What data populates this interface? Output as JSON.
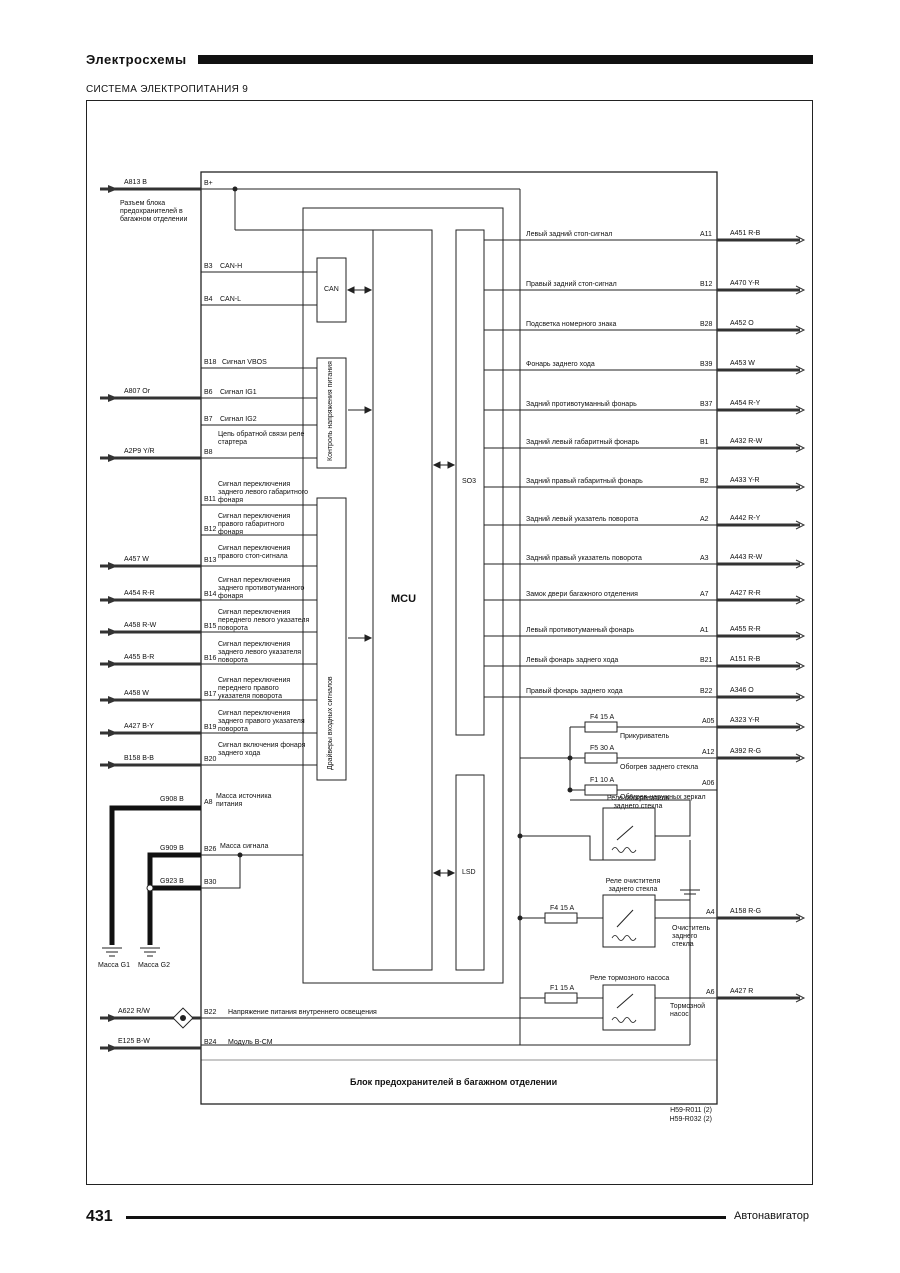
{
  "header": {
    "section": "Электросхемы",
    "subtitle": "СИСТЕМА ЭЛЕКТРОПИТАНИЯ 9"
  },
  "footer": {
    "page_number": "431",
    "publisher": "Автонавигатор"
  },
  "diagram": {
    "mcu_label": "MCU",
    "block_title": "Блок предохранителей в багажном отделении",
    "code_ref": [
      "H59-R011 (2)",
      "H59-R032 (2)"
    ],
    "left_wires": [
      {
        "code": "A813 B",
        "pin": "B+",
        "desc": "Разъем блока предохранителей в багажном отделении"
      },
      {
        "code": "",
        "pin": "B3",
        "desc": "CAN-H"
      },
      {
        "code": "",
        "pin": "B4",
        "desc": "CAN-L"
      },
      {
        "code": "",
        "pin": "B18",
        "desc": "Сигнал VBOS"
      },
      {
        "code": "A807 Or",
        "pin": "B6",
        "desc": "Сигнал IG1"
      },
      {
        "code": "",
        "pin": "B7",
        "desc": "Сигнал IG2"
      },
      {
        "code": "A2P9 Y/R",
        "pin": "B8",
        "desc": "Цепь обратной связи реле стартера"
      },
      {
        "code": "",
        "pin": "B11",
        "desc": "Сигнал переключения заднего левого габаритного фонаря"
      },
      {
        "code": "",
        "pin": "B12",
        "desc": "Сигнал переключения правого габаритного фонаря"
      },
      {
        "code": "A457 W",
        "pin": "B13",
        "desc": "Сигнал переключения правого стоп-сигнала"
      },
      {
        "code": "A454 R-R",
        "pin": "B14",
        "desc": "Сигнал переключения заднего противотуманного фонаря"
      },
      {
        "code": "A458 R-W",
        "pin": "B15",
        "desc": "Сигнал переключения переднего левого указателя поворота"
      },
      {
        "code": "A455 B-R",
        "pin": "B16",
        "desc": "Сигнал переключения заднего левого указателя поворота"
      },
      {
        "code": "A458 W",
        "pin": "B17",
        "desc": "Сигнал переключения переднего правого указателя поворота"
      },
      {
        "code": "A427 B-Y",
        "pin": "B19",
        "desc": "Сигнал переключения заднего правого указателя поворота"
      },
      {
        "code": "B158 B-B",
        "pin": "B20",
        "desc": "Сигнал включения фонаря заднего хода"
      },
      {
        "code": "G908 B",
        "pin": "A8",
        "desc": "Масса источника питания"
      },
      {
        "code": "G909 B",
        "pin": "B26",
        "desc": "Масса сигнала"
      },
      {
        "code": "G923 B",
        "pin": "B30",
        "desc": ""
      },
      {
        "code": "A622 R/W",
        "pin": "B22",
        "desc": "Напряжение питания внутреннего освещения"
      },
      {
        "code": "E125 B-W",
        "pin": "B24",
        "desc": "Модуль B-CM"
      }
    ],
    "right_wires": [
      {
        "desc": "Левый задний стоп-сигнал",
        "pin": "A11",
        "code": "A451 R-B"
      },
      {
        "desc": "Правый задний стоп-сигнал",
        "pin": "B12",
        "code": "A470 Y-R"
      },
      {
        "desc": "Подсветка номерного знака",
        "pin": "B28",
        "code": "A452 O"
      },
      {
        "desc": "Фонарь заднего хода",
        "pin": "B39",
        "code": "A453 W"
      },
      {
        "desc": "Задний противотуманный фонарь",
        "pin": "B37",
        "code": "A454 R-Y"
      },
      {
        "desc": "Задний левый габаритный фонарь",
        "pin": "B1",
        "code": "A432 R-W"
      },
      {
        "desc": "Задний правый габаритный фонарь",
        "pin": "B2",
        "code": "A433 Y-R"
      },
      {
        "desc": "Задний левый указатель поворота",
        "pin": "A2",
        "code": "A442 R-Y"
      },
      {
        "desc": "Задний правый указатель поворота",
        "pin": "A3",
        "code": "A443 R-W"
      },
      {
        "desc": "Замок двери багажного отделения",
        "pin": "A7",
        "code": "A427 R-R"
      },
      {
        "desc": "Левый противотуманный фонарь",
        "pin": "A1",
        "code": "A455 R-R"
      },
      {
        "desc": "Левый фонарь заднего хода",
        "pin": "B21",
        "code": "A151 R-B"
      },
      {
        "desc": "Правый фонарь заднего хода",
        "pin": "B22",
        "code": "A346 O"
      },
      {
        "desc": "Прикуриватель",
        "pin": "A05",
        "code": "A323 Y-R"
      },
      {
        "desc": "Обогрев заднего стекла",
        "pin": "A12",
        "code": "A392 R-G"
      },
      {
        "desc": "Обогрев наружных зеркал",
        "pin": "A06",
        "code": ""
      },
      {
        "desc": "Очиститель заднего стекла",
        "pin": "A4",
        "code": "A158 R-G"
      },
      {
        "desc": "Тормозной насос",
        "pin": "A6",
        "code": "A427 R"
      }
    ],
    "fuses": [
      "F4 15 A",
      "F5 30 A",
      "F1 10 A",
      "F4 15 A",
      "F1 15 A"
    ],
    "relays": [
      "Реле обогревателя заднего стекла",
      "Реле очистителя заднего стекла",
      "Реле тормозного насоса"
    ],
    "inner_blocks": [
      "CAN",
      "Контроль напряжения питания",
      "Драйверы входных сигналов",
      "SO3",
      "LSD"
    ],
    "grounds": [
      "Масса G1",
      "Масса G2"
    ]
  }
}
